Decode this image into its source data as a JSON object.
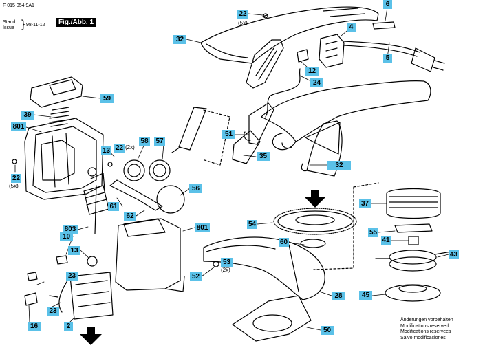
{
  "header": {
    "doc_number": "F 015 054 9A1",
    "stand_label": "Stand",
    "issue_label": "Issue",
    "date": "98-11-12",
    "figure_tag": "Fig./Abb. 1"
  },
  "colors": {
    "callout_fill": "#5bc1e8",
    "line": "#000000"
  },
  "callouts": {
    "c22a": "22",
    "c6": "6",
    "c4": "4",
    "c32a": "32",
    "c5": "5",
    "c12": "12",
    "c24": "24",
    "c59": "59",
    "c39": "39",
    "c801a": "801",
    "c51": "51",
    "c35": "35",
    "c32b": "32",
    "c13a": "13",
    "c22b": "22",
    "c58": "58",
    "c57": "57",
    "c22c": "22",
    "c56": "56",
    "c61": "61",
    "c62": "62",
    "c37": "37",
    "c54": "54",
    "c803": "803",
    "c801b": "801",
    "c55": "55",
    "c10": "10",
    "c60": "60",
    "c41": "41",
    "c13b": "13",
    "c53": "53",
    "c43": "43",
    "c23a": "23",
    "c52": "52",
    "c28": "28",
    "c45": "45",
    "c23b": "23",
    "c16": "16",
    "c2": "2",
    "c50": "50"
  },
  "quantities": {
    "q22a": "(5x)",
    "q22b": "(2x)",
    "q22c": "(5x)",
    "q52": "(2x)"
  },
  "notes": [
    "Änderungen vorbehalten",
    "Modifications reserved",
    "Modifications reservees",
    "Salvo modificaciones"
  ]
}
